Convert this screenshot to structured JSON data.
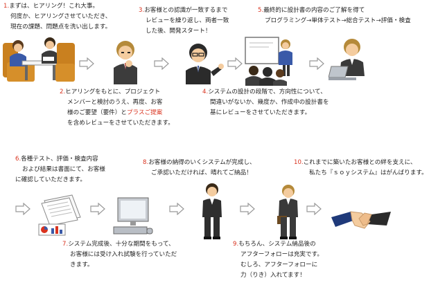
{
  "steps": [
    {
      "num": "1.",
      "lines": [
        "まずは、ヒアリング！これ大事。",
        "何度か、ヒアリングさせていただき、",
        "現在の課題、問題点を洗い出します。"
      ]
    },
    {
      "num": "2.",
      "lines": [
        "ヒアリングをもとに、プロジェクト",
        "メンバーと検討のうえ、再度、お客",
        "様のご要望（要件）と",
        "を含めレビューをさせていただきます。"
      ],
      "highlight": "プラスご提案"
    },
    {
      "num": "3.",
      "lines": [
        "お客様との認識が一致するまで",
        "レビューを繰り返し、両者一致",
        "した後、開発スタート！"
      ]
    },
    {
      "num": "4.",
      "lines": [
        "システムの設計の段階で、方向性について、",
        "間違いがないか、幾度か、作成中の設計書を",
        "基にレビューをさせていただきます。"
      ]
    },
    {
      "num": "5.",
      "lines": [
        "最終的に設計書の内容のご了解を得て",
        "プログラミング→単体テスト→総合テスト→評価・検査"
      ]
    },
    {
      "num": "6.",
      "lines": [
        "各種テスト、評価・検査内容",
        "および結果は書面にて、お客様",
        "に確認していただきます。"
      ]
    },
    {
      "num": "7.",
      "lines": [
        "システム完成後、十分な期間をもって、",
        "お客様には受け入れ試験を行っていただ",
        "きます。"
      ]
    },
    {
      "num": "8.",
      "lines": [
        "お客様の納得のいくシステムが完成し、",
        "ご承認いただければ、晴れてご納品！"
      ]
    },
    {
      "num": "9.",
      "lines": [
        "もちろん、システム納品後の",
        "アフターフォローは充実です。",
        "むしろ、アフターフォローに",
        "力（りき）入れてます！"
      ]
    },
    {
      "num": "10.",
      "lines": [
        "これまでに築いたお客様との絆を支えに、",
        "私たち『ｓｏｙシステム』はがんばります。"
      ]
    }
  ],
  "colors": {
    "accent": "#d9331f",
    "arrow": "#999999",
    "text": "#222222"
  },
  "icons": [
    "meeting-illustration",
    "thinking-man-illustration",
    "presenter-man-illustration",
    "whiteboard-team-illustration",
    "laptop-worker-illustration",
    "documents-illustration",
    "desktop-computer-illustration",
    "businessman-standing-illustration",
    "businessman-bowing-illustration",
    "handshake-illustration",
    "right-arrow-icon"
  ]
}
